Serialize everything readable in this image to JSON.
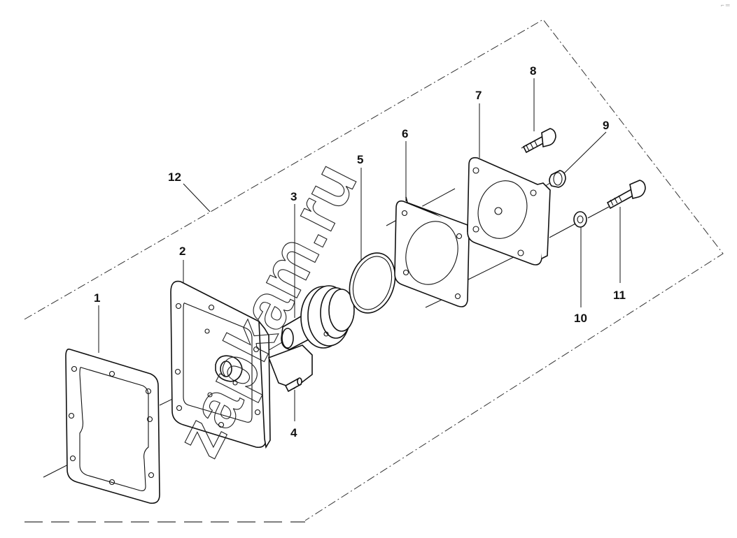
{
  "diagram": {
    "callouts": [
      {
        "id": "1",
        "label": "1"
      },
      {
        "id": "2",
        "label": "2"
      },
      {
        "id": "3",
        "label": "3"
      },
      {
        "id": "4",
        "label": "4"
      },
      {
        "id": "5",
        "label": "5"
      },
      {
        "id": "6",
        "label": "6"
      },
      {
        "id": "7",
        "label": "7"
      },
      {
        "id": "8",
        "label": "8"
      },
      {
        "id": "9",
        "label": "9"
      },
      {
        "id": "10",
        "label": "10"
      },
      {
        "id": "11",
        "label": "11"
      },
      {
        "id": "12",
        "label": "12"
      }
    ],
    "watermark": "zapkam.ru",
    "corner_mark": "⌐ ═"
  }
}
